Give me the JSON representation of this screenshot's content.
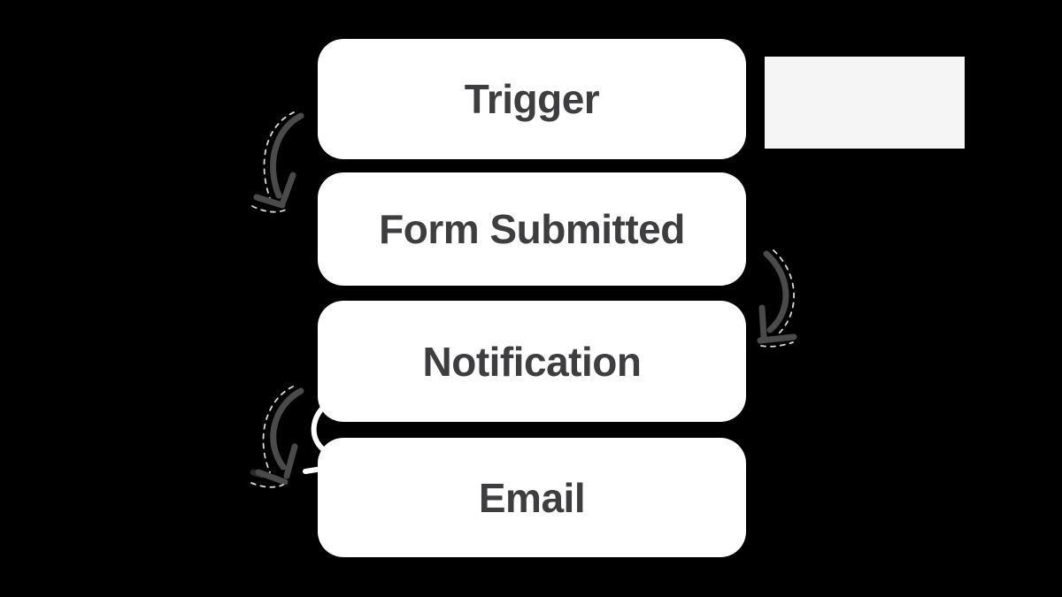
{
  "colors": {
    "background": "#000000",
    "panel": "#f5f5f5",
    "node_fill": "#ffffff",
    "node_text": "#3e3e40",
    "arrow_ink": "#4a4a4a",
    "sketch_chalk": "#ffffff"
  },
  "nodes": [
    {
      "id": "trigger",
      "label": "Trigger"
    },
    {
      "id": "form-submitted",
      "label": "Form Submitted"
    },
    {
      "id": "notification",
      "label": "Notification"
    },
    {
      "id": "email",
      "label": "Email"
    }
  ],
  "connectors": [
    {
      "from": "trigger",
      "to": "form-submitted",
      "side": "left",
      "style": "hand-drawn-curved-arrow"
    },
    {
      "from": "form-submitted",
      "to": "notification",
      "side": "right",
      "style": "hand-drawn-curved-arrow"
    },
    {
      "from": "notification",
      "to": "email",
      "side": "left",
      "style": "hand-drawn-curved-arrow"
    }
  ]
}
